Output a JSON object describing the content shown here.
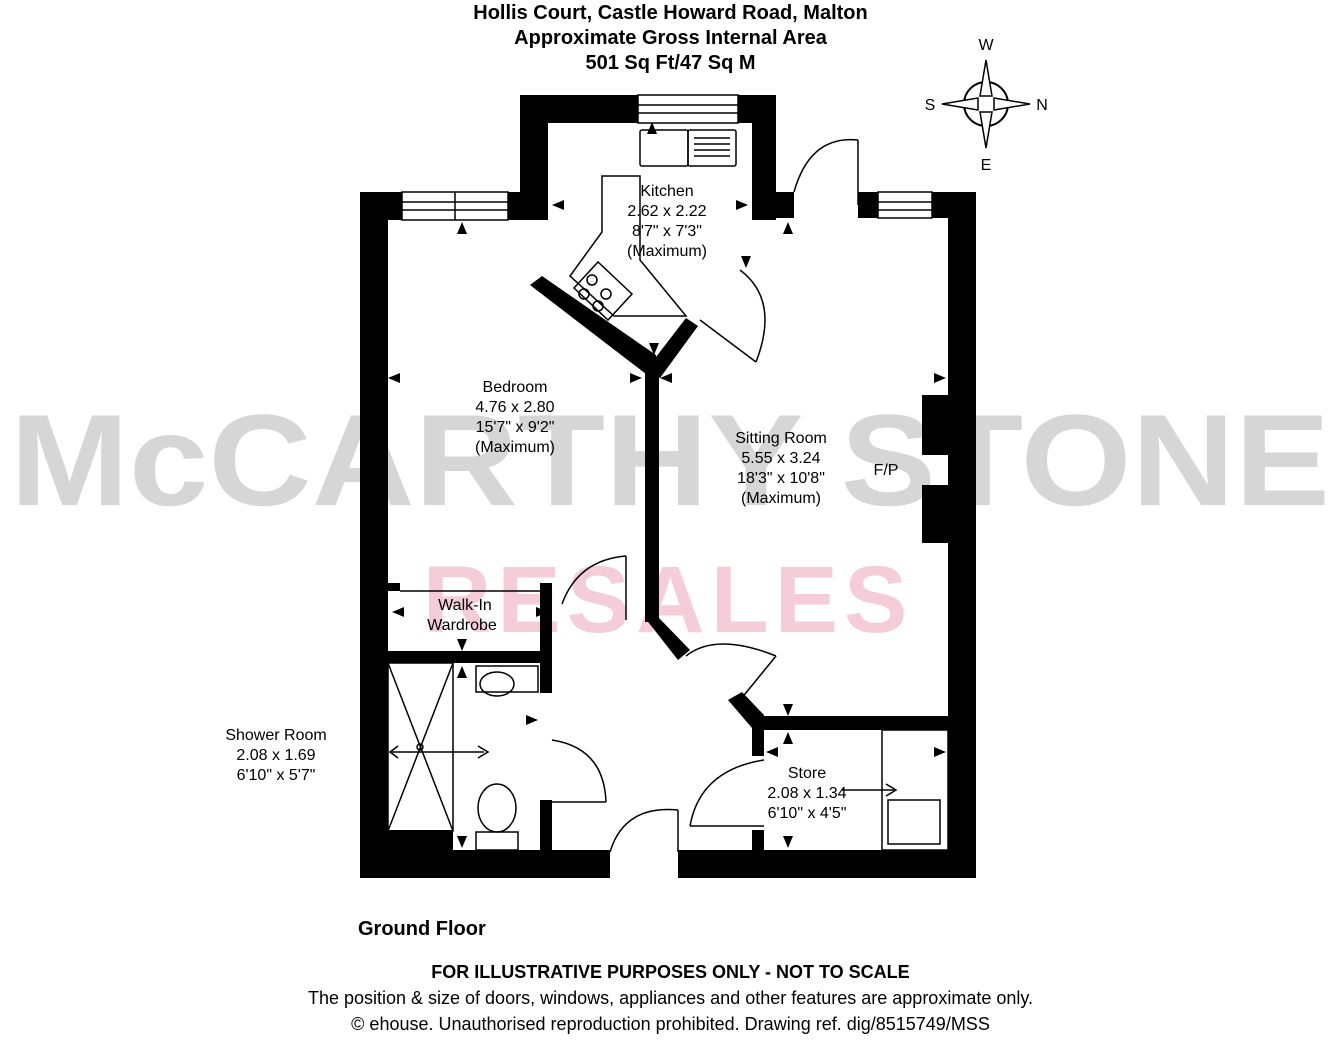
{
  "header": {
    "line1": "Hollis Court, Castle Howard Road, Malton",
    "line2": "Approximate Gross Internal Area",
    "line3": "501 Sq Ft/47 Sq M"
  },
  "compass": {
    "north": "N",
    "south": "S",
    "east": "E",
    "west": "W"
  },
  "rooms": {
    "kitchen": {
      "name": "Kitchen",
      "metric": "2.62 x 2.22",
      "imperial": "8'7\" x 7'3\"",
      "note": "(Maximum)"
    },
    "bedroom": {
      "name": "Bedroom",
      "metric": "4.76 x 2.80",
      "imperial": "15'7\" x 9'2\"",
      "note": "(Maximum)"
    },
    "sitting": {
      "name": "Sitting Room",
      "metric": "5.55 x 3.24",
      "imperial": "18'3\" x 10'8\"",
      "note": "(Maximum)"
    },
    "fireplace": "F/P",
    "wardrobe": {
      "line1": "Walk-In",
      "line2": "Wardrobe"
    },
    "shower": {
      "name": "Shower Room",
      "metric": "2.08 x 1.69",
      "imperial": "6'10\" x 5'7\""
    },
    "store": {
      "name": "Store",
      "metric": "2.08 x 1.34",
      "imperial": "6'10\" x 4'5\""
    }
  },
  "floor_label": "Ground Floor",
  "watermark": {
    "main": "McCARTHY STONE",
    "sub": "RESALES",
    "main_color": "#c8c8c8",
    "sub_color": "#f3c6d2"
  },
  "footer": {
    "disclaimer": "FOR ILLUSTRATIVE PURPOSES ONLY - NOT TO SCALE",
    "note": "The position & size of doors, windows, appliances and other features are approximate only.",
    "copyright": "© ehouse. Unauthorised reproduction prohibited. Drawing ref. dig/8515749/MSS"
  }
}
